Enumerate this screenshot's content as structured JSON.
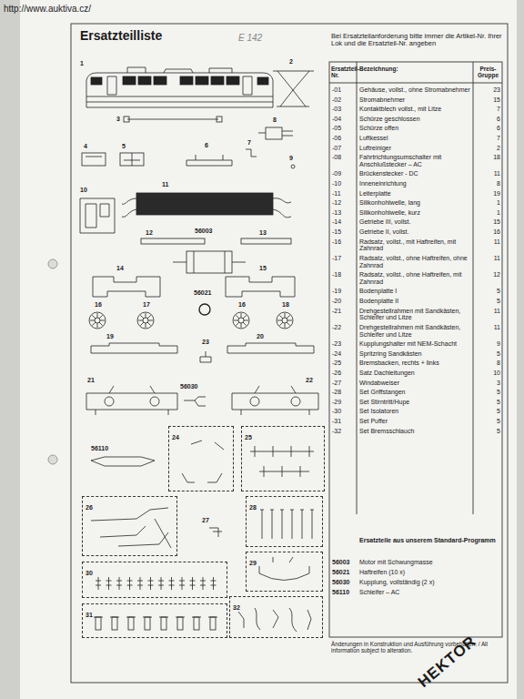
{
  "diagram": {
    "title": "Ersatzteilliste",
    "nodes": [
      {
        "text": [
          "24"
        ]
      },
      {
        "text": [
          "25"
        ]
      },
      {
        "text": [
          "26"
        ]
      },
      {
        "text": [
          "28"
        ]
      },
      {
        "text": [
          "29"
        ]
      },
      {
        "text": [
          "30"
        ]
      },
      {
        "text": [
          "31"
        ]
      },
      {
        "text": [
          "32"
        ]
      }
    ],
    "labels": [
      "http://www.auktiva.cz/",
      "E 142",
      "Bei Ersatzteilanforderung bitte immer die Artikel-Nr. Ihrer Lok und die Ersatzteil-Nr. angeben",
      "Ersatzteil-Nr.",
      "Bezeichnung:",
      "Preis-Gruppe",
      "-01",
      "Gehäuse, vollst., ohne Stromabnehmer",
      "23",
      "-02",
      "Stromabnehmer",
      "15",
      "-03",
      "Kontaktblech vollst., mit Litze",
      "7",
      "-04",
      "Schürze geschlossen",
      "6",
      "-05",
      "Schürze offen",
      "6",
      "-06",
      "Luftkessel",
      "7",
      "-07",
      "Luftreiniger",
      "2",
      "-08",
      "Fahrtrichtungsumschalter mit Anschlußstecker – AC",
      "18",
      "-09",
      "Brückenstecker - DC",
      "11",
      "-10",
      "Inneneinrichtung",
      "8",
      "-11",
      "Leiterplatte",
      "19",
      "-12",
      "Silikonhohlwelle, lang",
      "1",
      "-13",
      "Silikonhohlwelle, kurz",
      "1",
      "-14",
      "Getriebe III, vollst.",
      "15",
      "-15",
      "Getriebe II, vollst.",
      "16",
      "-16",
      "Radsatz, vollst., mit Haftreifen, mit Zahnrad",
      "11",
      "-17",
      "Radsatz, vollst., ohne Haftreifen, ohne Zahnrad",
      "11",
      "-18",
      "Radsatz, vollst., ohne Haftreifen, mit Zahnrad",
      "12",
      "-19",
      "Bodenplatte I",
      "5",
      "-20",
      "Bodenplatte II",
      "5",
      "-21",
      "Drehgestellrahmen mit Sandkästen, Schleifer und Litze",
      "11",
      "-22",
      "Drehgestellrahmen mit Sandkästen, Schleifer und Litze",
      "11",
      "-23",
      "Kupplungshalter mit NEM-Schacht",
      "9",
      "-24",
      "Spritzring Sandkästen",
      "5",
      "-25",
      "Bremsbacken, rechts + links",
      "8",
      "-26",
      "Satz Dachleitungen",
      "10",
      "-27",
      "Windabweiser",
      "3",
      "-28",
      "Set Griffstangen",
      "5",
      "-29",
      "Set Stirntritt/Hupe",
      "5",
      "-30",
      "Set Isolatoren",
      "5",
      "-31",
      "Set Puffer",
      "5",
      "-32",
      "Set Bremsschlauch",
      "5",
      "Ersatzteile aus unserem Standard-Programm",
      "56003",
      "Motor mit Schwungmasse",
      "56021",
      "Haftreifen (10 x)",
      "56030",
      "Kupplung, vollständig (2 x)",
      "56110",
      "Schleifer – AC",
      "Änderungen in Konstruktion und Ausführung vorbehalten. / All information subject to alteration.",
      "HEKTOR",
      "1",
      "2",
      "3",
      "8",
      "4",
      "5",
      "6",
      "7",
      "9",
      "10",
      "11",
      "12",
      "56003",
      "13",
      "14",
      "15",
      "56021",
      "16",
      "17",
      "16",
      "18",
      "19",
      "20",
      "23",
      "21",
      "56030",
      "22",
      "56110",
      "27"
    ]
  }
}
